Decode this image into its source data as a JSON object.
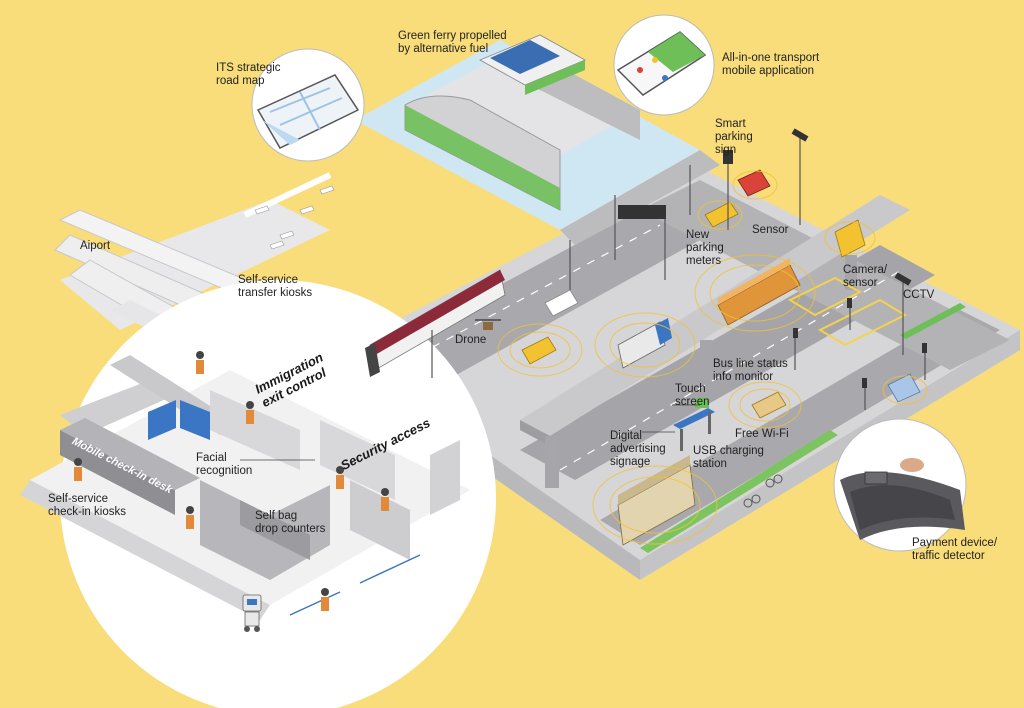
{
  "labels": {
    "ferry": "Green ferry propelled\nby alternative fuel",
    "its_map": "ITS strategic\nroad map",
    "mobile_app": "All-in-one transport\nmobile application",
    "smart_parking": "Smart\nparking\nsign",
    "sensor": "Sensor",
    "new_meters": "New\nparking\nmeters",
    "camera_sensor": "Camera/\nsensor",
    "cctv": "CCTV",
    "airport": "Aiport",
    "transfer_kiosks": "Self-service\ntransfer kiosks",
    "drone": "Drone",
    "bus_status": "Bus line status\ninfo monitor",
    "touch_screen": "Touch\nscreen",
    "free_wifi": "Free Wi-Fi",
    "digital_signage": "Digital\nadvertising\nsignage",
    "usb_station": "USB charging\nstation",
    "facial": "Facial\nrecognition",
    "bag_drop": "Self bag\ndrop counters",
    "checkin_kiosks": "Self-service\ncheck-in kiosks",
    "payment": "Payment device/\ntraffic detector",
    "immigration": "Immigration\nexit control",
    "security": "Security access",
    "mobile_desk": "Mobile check-in desk"
  },
  "colors": {
    "background": "#f9dd7a",
    "ground": "#d9d9db",
    "road": "#a7a7ab",
    "water": "#cfe6f3",
    "circle": "#ffffff",
    "vehicle_yellow": "#f2c230",
    "bus_orange": "#e0953a",
    "accent_green": "#6fbf59"
  },
  "icons": [
    "wifi-signal-icon",
    "drone-icon",
    "train-icon",
    "bus-icon",
    "car-icon",
    "robot-icon",
    "smartphone-icon",
    "cctv-camera-icon",
    "traffic-light-icon"
  ]
}
